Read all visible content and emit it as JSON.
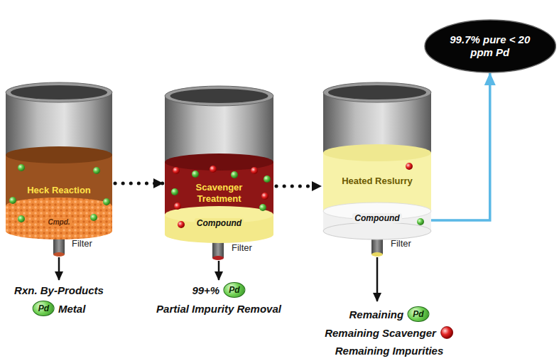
{
  "diagram": {
    "nodes": [
      {
        "text": [
          "Heck Reaction",
          "Cmpd."
        ]
      },
      {
        "text": [
          "Scavenger Treatment",
          "Compound"
        ]
      },
      {
        "text": [
          "Heated Reslurry",
          "Compound"
        ]
      },
      {
        "text": [
          "99.7% pure < 20 ppm Pd"
        ]
      },
      {
        "text": [
          "Pd"
        ]
      },
      {
        "text": [
          "Pd"
        ]
      },
      {
        "text": [
          "Pd"
        ]
      }
    ],
    "edges": [
      {
        "from": 0,
        "to": 1,
        "arrow": "to"
      },
      {
        "from": 1,
        "to": 2,
        "arrow": "to"
      },
      {
        "from": 2,
        "to": 3,
        "arrow": "to"
      }
    ],
    "labels": [
      "Filter",
      "Filter",
      "Filter",
      "Rxn. By-Products",
      "Metal",
      "99+%",
      "Partial Impurity Removal",
      "Remaining",
      "Remaining Scavenger",
      "Remaining Impurities"
    ]
  }
}
